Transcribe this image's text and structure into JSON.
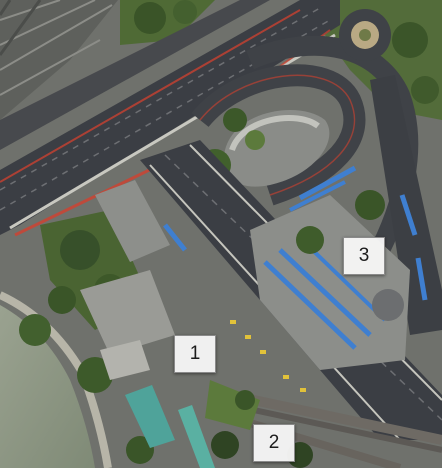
{
  "map": {
    "type": "aerial satellite view",
    "markers": [
      {
        "id": "1",
        "label": "1"
      },
      {
        "id": "2",
        "label": "2"
      },
      {
        "id": "3",
        "label": "3"
      }
    ],
    "colors": {
      "river": "#8f9884",
      "road": "#3a3d43",
      "vegetation": "#3d5a2a",
      "bus": "#3f7fd0",
      "rail_highlight": "#d2412f",
      "terminal_roof": "#4fa39a"
    }
  }
}
